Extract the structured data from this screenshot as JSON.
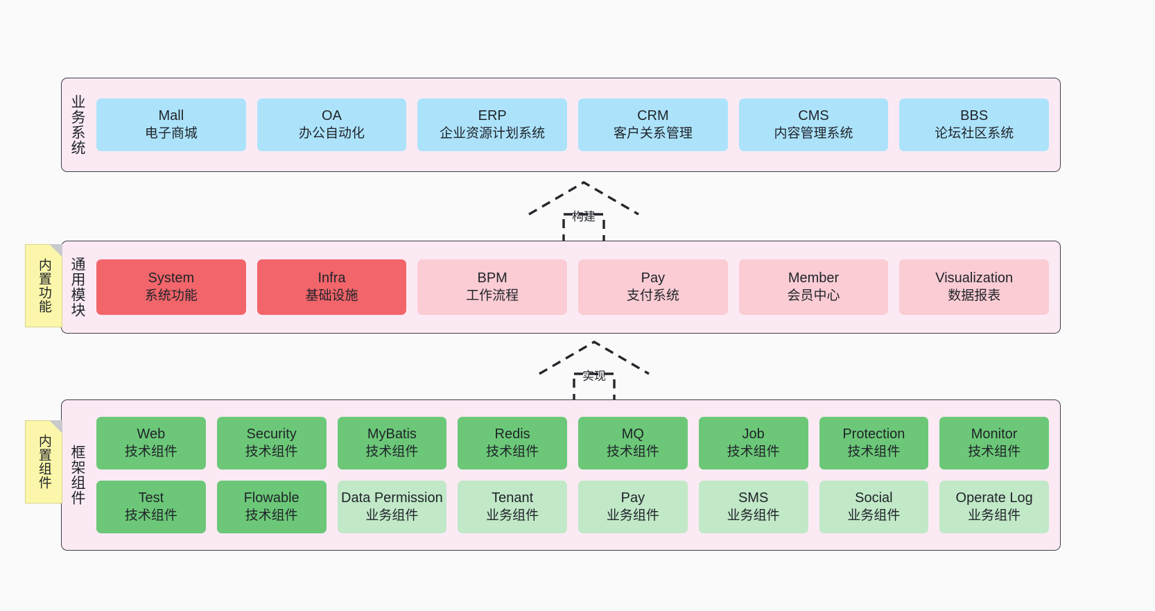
{
  "diagram": {
    "background_color": "#fafafa",
    "layer_fill": "#fbeaf4",
    "layer_border": "#3c3c46"
  },
  "layers": [
    {
      "id": "business",
      "label": "业务系统",
      "color": "#ace3fb",
      "nodes": [
        {
          "title": "Mall",
          "subtitle": "电子商城"
        },
        {
          "title": "OA",
          "subtitle": "办公自动化"
        },
        {
          "title": "ERP",
          "subtitle": "企业资源计划系统"
        },
        {
          "title": "CRM",
          "subtitle": "客户关系管理"
        },
        {
          "title": "CMS",
          "subtitle": "内容管理系统"
        },
        {
          "title": "BBS",
          "subtitle": "论坛社区系统"
        }
      ]
    },
    {
      "id": "modules",
      "label": "通用模块",
      "note": "内置功能",
      "colors": {
        "strong": "#f2656a",
        "soft": "#fbccd4"
      },
      "nodes": [
        {
          "title": "System",
          "subtitle": "系统功能",
          "variant": "strong"
        },
        {
          "title": "Infra",
          "subtitle": "基础设施",
          "variant": "strong"
        },
        {
          "title": "BPM",
          "subtitle": "工作流程",
          "variant": "soft"
        },
        {
          "title": "Pay",
          "subtitle": "支付系统",
          "variant": "soft"
        },
        {
          "title": "Member",
          "subtitle": "会员中心",
          "variant": "soft"
        },
        {
          "title": "Visualization",
          "subtitle": "数据报表",
          "variant": "soft"
        }
      ]
    },
    {
      "id": "framework",
      "label": "框架组件",
      "note": "内置组件",
      "colors": {
        "tech": "#6cc878",
        "business": "#c1e8c7"
      },
      "rows": [
        [
          {
            "title": "Web",
            "subtitle": "技术组件",
            "variant": "tech"
          },
          {
            "title": "Security",
            "subtitle": "技术组件",
            "variant": "tech"
          },
          {
            "title": "MyBatis",
            "subtitle": "技术组件",
            "variant": "tech"
          },
          {
            "title": "Redis",
            "subtitle": "技术组件",
            "variant": "tech"
          },
          {
            "title": "MQ",
            "subtitle": "技术组件",
            "variant": "tech"
          },
          {
            "title": "Job",
            "subtitle": "技术组件",
            "variant": "tech"
          },
          {
            "title": "Protection",
            "subtitle": "技术组件",
            "variant": "tech"
          },
          {
            "title": "Monitor",
            "subtitle": "技术组件",
            "variant": "tech"
          }
        ],
        [
          {
            "title": "Test",
            "subtitle": "技术组件",
            "variant": "tech"
          },
          {
            "title": "Flowable",
            "subtitle": "技术组件",
            "variant": "tech"
          },
          {
            "title": "Data Permission",
            "subtitle": "业务组件",
            "variant": "business",
            "wrap": true
          },
          {
            "title": "Tenant",
            "subtitle": "业务组件",
            "variant": "business"
          },
          {
            "title": "Pay",
            "subtitle": "业务组件",
            "variant": "business"
          },
          {
            "title": "SMS",
            "subtitle": "业务组件",
            "variant": "business"
          },
          {
            "title": "Social",
            "subtitle": "业务组件",
            "variant": "business"
          },
          {
            "title": "Operate Log",
            "subtitle": "业务组件",
            "variant": "business"
          }
        ]
      ]
    }
  ],
  "connectors": [
    {
      "id": "build",
      "label": "构建"
    },
    {
      "id": "implement",
      "label": "实现"
    }
  ]
}
